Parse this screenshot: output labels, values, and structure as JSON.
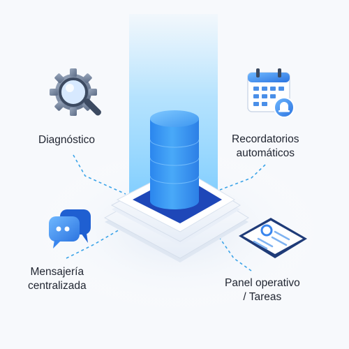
{
  "features": [
    {
      "id": "diagnostico",
      "lines": [
        "Diagnóstico"
      ],
      "icon": "magnifier-gear-icon"
    },
    {
      "id": "recordatorios",
      "lines": [
        "Recordatorios",
        "automáticos"
      ],
      "icon": "calendar-reminder-icon"
    },
    {
      "id": "mensajeria",
      "lines": [
        "Mensajería",
        "centralizada"
      ],
      "icon": "chat-bubbles-icon"
    },
    {
      "id": "panel",
      "lines": [
        "Panel operativo",
        "/ Tareas"
      ],
      "icon": "dashboard-panel-icon"
    }
  ],
  "colors": {
    "accent": "#2f7fe6",
    "accent_light": "#5aaef7",
    "platform_dark": "#1e47b8",
    "connector": "#3aa3e8",
    "text": "#1f2430"
  }
}
